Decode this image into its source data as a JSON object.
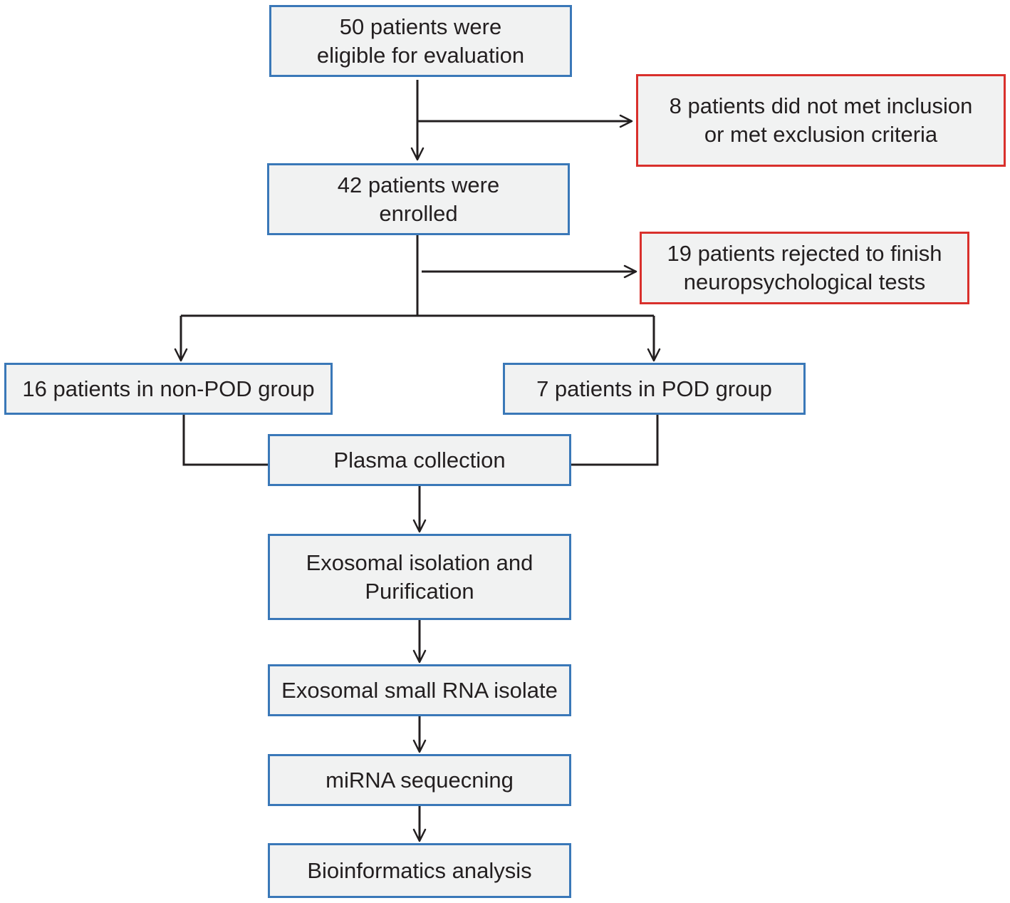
{
  "flowchart": {
    "colors": {
      "box_fill": "#f1f2f2",
      "box_border_blue": "#3a78b8",
      "box_border_red": "#d9302c",
      "text": "#231f20",
      "connector": "#231f20"
    },
    "eligible": "50 patients were\neligible for evaluation",
    "excluded": "8 patients did not met inclusion\nor met exclusion criteria",
    "enrolled": "42 patients were\nenrolled",
    "rejected": "19 patients rejected to finish\nneuropsychological tests",
    "non_pod_group": "16 patients in non-POD group",
    "pod_group": "7 patients in POD group",
    "plasma_collection": "Plasma collection",
    "exosomal_isolation": "Exosomal isolation and\nPurification",
    "small_rna_isolate": "Exosomal small RNA isolate",
    "mirna_sequencing": "miRNA sequecning",
    "bioinformatics": "Bioinformatics analysis"
  }
}
